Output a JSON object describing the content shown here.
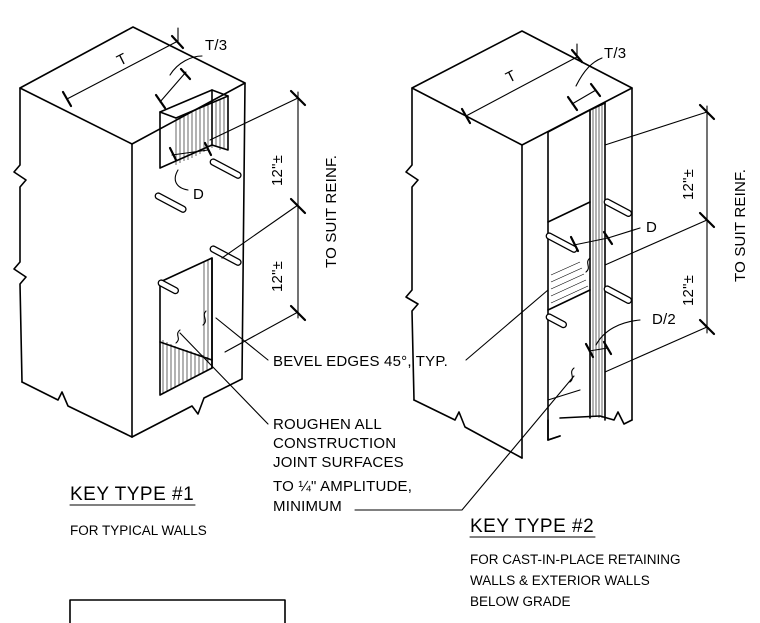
{
  "labels": {
    "t1": "T",
    "t3_1": "T/3",
    "d1": "D",
    "dim1_top": "12\"±",
    "dim1_bot": "12\"±",
    "suit1": "TO SUIT REINF.",
    "t2": "T",
    "t3_2": "T/3",
    "d2": "D",
    "d_half": "D/2",
    "dim2_top": "12\"±",
    "dim2_bot": "12\"±",
    "suit2": "TO SUIT REINF.",
    "bevel": "BEVEL EDGES 45°, TYP.",
    "roughen": [
      "ROUGHEN ALL",
      "CONSTRUCTION",
      "JOINT SURFACES",
      "TO ¼\" AMPLITUDE,",
      "MINIMUM"
    ]
  },
  "key1": {
    "title": "KEY TYPE #1",
    "subtitle": "FOR TYPICAL WALLS"
  },
  "key2": {
    "title": "KEY TYPE #2",
    "subtitle": [
      "FOR CAST-IN-PLACE RETAINING",
      "WALLS & EXTERIOR WALLS",
      "BELOW GRADE"
    ]
  }
}
